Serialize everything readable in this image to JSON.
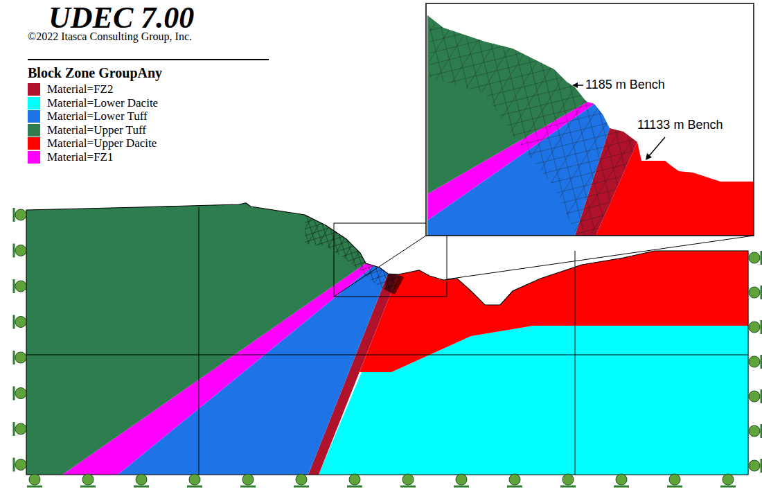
{
  "diagram": {
    "title": "UDEC 7.00",
    "labels": [
      "©2022 Itasca Consulting Group, Inc.",
      "Block Zone GroupAny",
      "1185 m Bench",
      "11133 m Bench"
    ],
    "legend": [
      {
        "text": "Material=FZ2",
        "color": "#b0112b"
      },
      {
        "text": "Material=Lower Dacite",
        "color": "#00ffff"
      },
      {
        "text": "Material=Lower Tuff",
        "color": "#1e74e6"
      },
      {
        "text": "Material=Upper Tuff",
        "color": "#2e7d4e"
      },
      {
        "text": "Material=Upper Dacite",
        "color": "#ff0000"
      },
      {
        "text": "Material=FZ1",
        "color": "#ff00ff"
      }
    ]
  }
}
